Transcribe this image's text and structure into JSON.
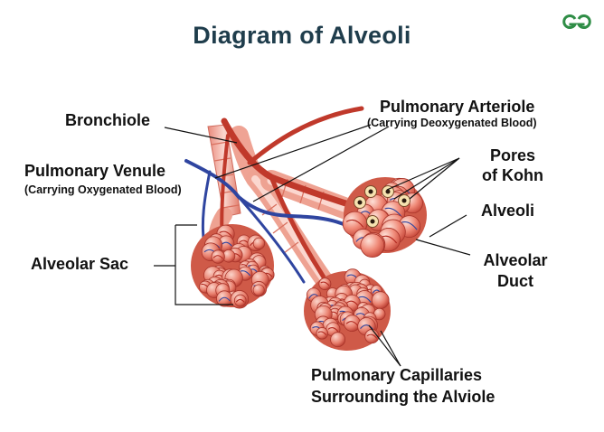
{
  "title": "Diagram of Alveoli",
  "logo": {
    "icon": "geeksforgeeks-logo-icon",
    "color": "#2f8d46"
  },
  "labels": {
    "bronchiole": "Bronchiole",
    "pulmonary_venule": "Pulmonary Venule",
    "pulmonary_venule_note": "(Carrying Oxygenated Blood)",
    "pulmonary_arteriole": "Pulmonary Arteriole",
    "pulmonary_arteriole_note": "(Carrying Deoxygenated Blood)",
    "pores_line1": "Pores",
    "pores_line2": "of Kohn",
    "alveoli": "Alveoli",
    "alveolar_duct_line1": "Alveolar",
    "alveolar_duct_line2": "Duct",
    "alveolar_sac": "Alveolar Sac",
    "capillaries_line1": "Pulmonary Capillaries",
    "capillaries_line2": "Surrounding the Alviole"
  },
  "colors": {
    "title": "#1f3d4c",
    "artery": "#c0392b",
    "vein": "#2f45a0",
    "alveolus": "#f08a78",
    "bronchiole": "#f3b1a4"
  }
}
